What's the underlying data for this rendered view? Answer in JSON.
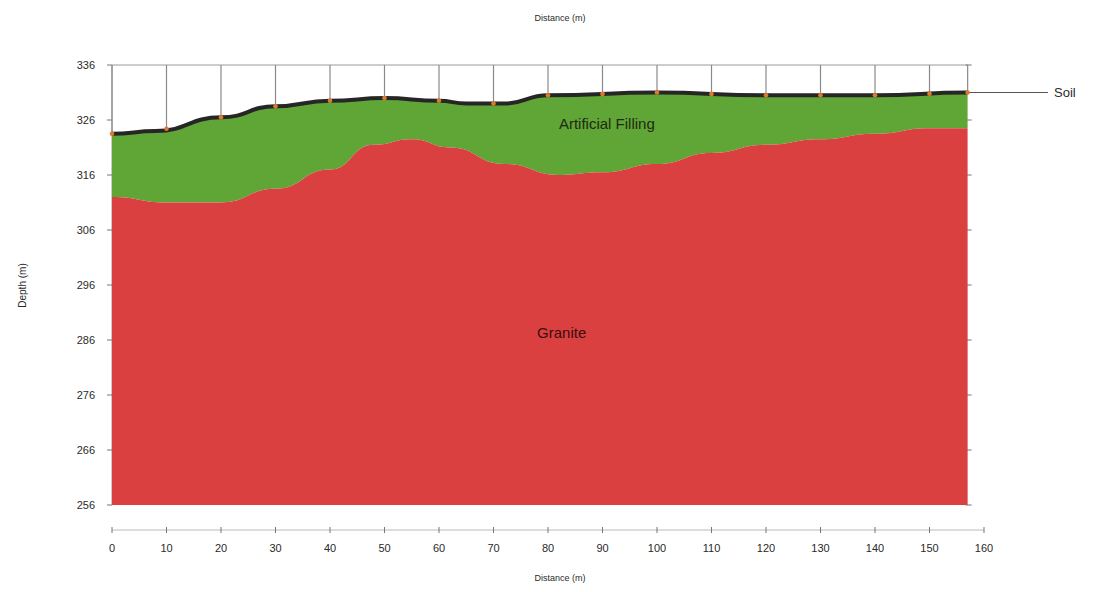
{
  "diagram": {
    "nodes": [
      {
        "text": [
          "Artificial Filling"
        ]
      },
      {
        "text": [
          "Granite"
        ]
      }
    ],
    "labels": [
      "Distance (m)",
      "336",
      "326",
      "316",
      "306",
      "296",
      "286",
      "276",
      "266",
      "256",
      "Depth (m)",
      "0",
      "10",
      "20",
      "30",
      "40",
      "50",
      "60",
      "70",
      "80",
      "90",
      "100",
      "110",
      "120",
      "130",
      "140",
      "150",
      "160",
      "Distance (m)",
      "Soil"
    ]
  }
}
